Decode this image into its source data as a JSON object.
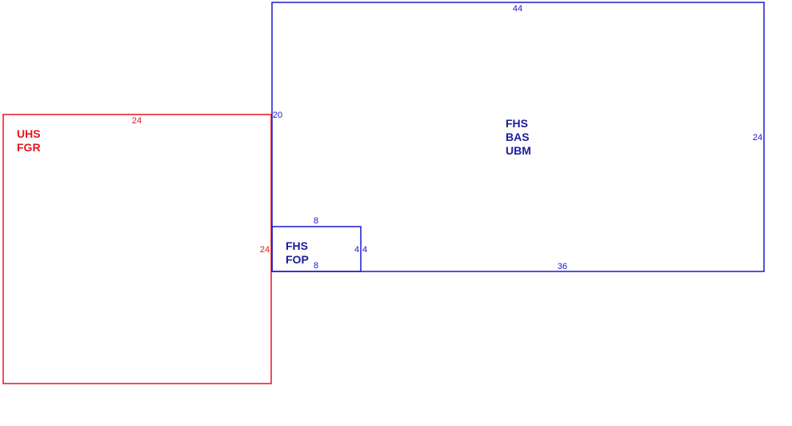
{
  "colors": {
    "red": "#e8141c",
    "blue": "#1a1acd",
    "label_blue": "#1c1c9e"
  },
  "shapes": {
    "red_box": {
      "label_line1": "UHS",
      "label_line2": "FGR",
      "dim_top": "24",
      "dim_right": "24"
    },
    "large_box": {
      "label_line1": "FHS",
      "label_line2": "BAS",
      "label_line3": "UBM",
      "dim_top": "44",
      "dim_left": "20",
      "dim_right": "24",
      "dim_bottom": "36"
    },
    "small_box": {
      "label_line1": "FHS",
      "label_line2": "FOP",
      "dim_top": "8",
      "dim_bottom": "8",
      "dim_right_inner": "4",
      "dim_right_outer": "4"
    }
  }
}
